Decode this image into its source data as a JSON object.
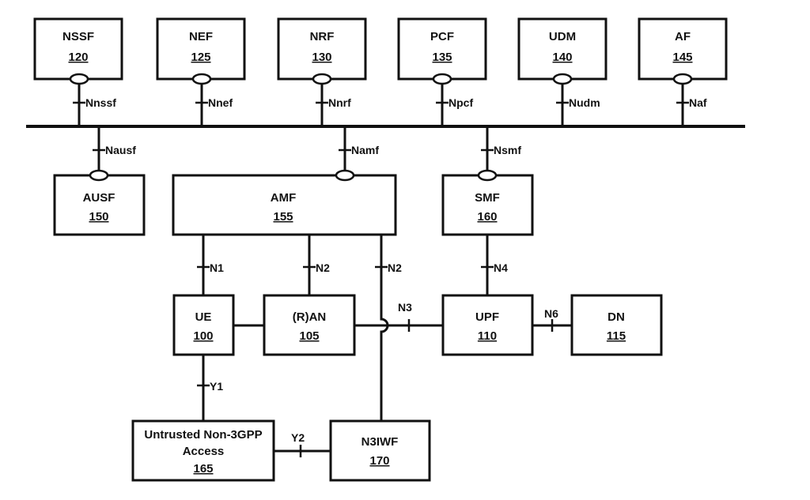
{
  "nodes": {
    "nssf": {
      "name": "NSSF",
      "num": "120"
    },
    "nef": {
      "name": "NEF",
      "num": "125"
    },
    "nrf": {
      "name": "NRF",
      "num": "130"
    },
    "pcf": {
      "name": "PCF",
      "num": "135"
    },
    "udm": {
      "name": "UDM",
      "num": "140"
    },
    "af": {
      "name": "AF",
      "num": "145"
    },
    "ausf": {
      "name": "AUSF",
      "num": "150"
    },
    "amf": {
      "name": "AMF",
      "num": "155"
    },
    "smf": {
      "name": "SMF",
      "num": "160"
    },
    "ue": {
      "name": "UE",
      "num": "100"
    },
    "ran": {
      "name": "(R)AN",
      "num": "105"
    },
    "upf": {
      "name": "UPF",
      "num": "110"
    },
    "dn": {
      "name": "DN",
      "num": "115"
    },
    "untrusted": {
      "name_line1": "Untrusted Non-3GPP",
      "name_line2": "Access",
      "num": "165"
    },
    "n3iwf": {
      "name": "N3IWF",
      "num": "170"
    }
  },
  "interfaces": {
    "nnssf": "Nnssf",
    "nnef": "Nnef",
    "nnrf": "Nnrf",
    "npcf": "Npcf",
    "nudm": "Nudm",
    "naf": "Naf",
    "nausf": "Nausf",
    "namf": "Namf",
    "nsmf": "Nsmf",
    "n1": "N1",
    "n2_ran": "N2",
    "n2_n3iwf": "N2",
    "n4": "N4",
    "n3": "N3",
    "n6": "N6",
    "y1": "Y1",
    "y2": "Y2"
  }
}
